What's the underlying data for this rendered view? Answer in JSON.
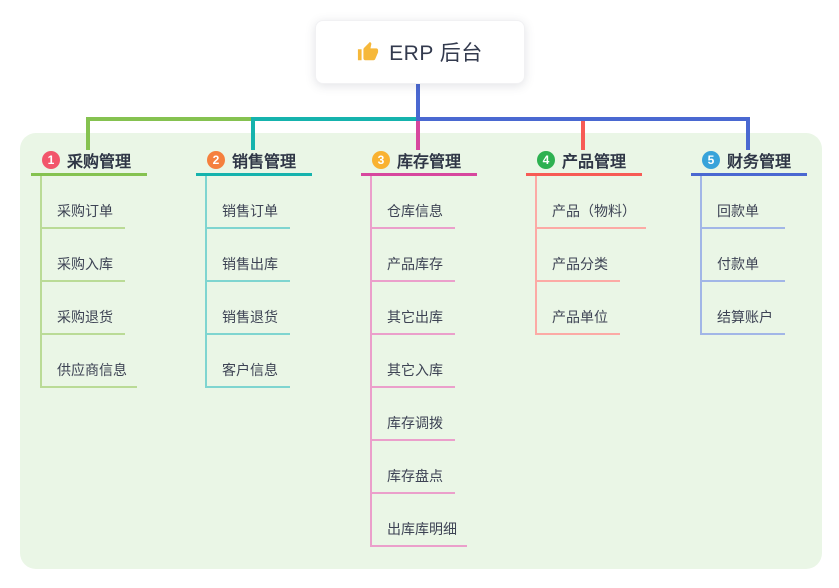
{
  "root": {
    "label": "ERP 后台",
    "icon": "thumbs-up-icon",
    "icon_color": "#f6b83a"
  },
  "panel_background": "#eaf6e6",
  "branches": [
    {
      "index": "1",
      "label": "采购管理",
      "badge_color": "#f2566b",
      "line_color": "#85c250",
      "child_line_color": "#badb96",
      "children": [
        "采购订单",
        "采购入库",
        "采购退货",
        "供应商信息"
      ]
    },
    {
      "index": "2",
      "label": "销售管理",
      "badge_color": "#f5803e",
      "line_color": "#15b3ad",
      "child_line_color": "#7fd5d0",
      "children": [
        "销售订单",
        "销售出库",
        "销售退货",
        "客户信息"
      ]
    },
    {
      "index": "3",
      "label": "库存管理",
      "badge_color": "#f9b231",
      "line_color": "#d7479e",
      "child_line_color": "#eb9fcb",
      "children": [
        "仓库信息",
        "产品库存",
        "其它出库",
        "其它入库",
        "库存调拨",
        "库存盘点",
        "出库库明细"
      ]
    },
    {
      "index": "4",
      "label": "产品管理",
      "badge_color": "#2eb151",
      "line_color": "#f75b55",
      "child_line_color": "#fcaaa5",
      "children": [
        "产品（物料）",
        "产品分类",
        "产品单位"
      ]
    },
    {
      "index": "5",
      "label": "财务管理",
      "badge_color": "#38a3da",
      "line_color": "#4a68d1",
      "child_line_color": "#a2b6e7",
      "children": [
        "回款单",
        "付款单",
        "结算账户"
      ]
    }
  ]
}
